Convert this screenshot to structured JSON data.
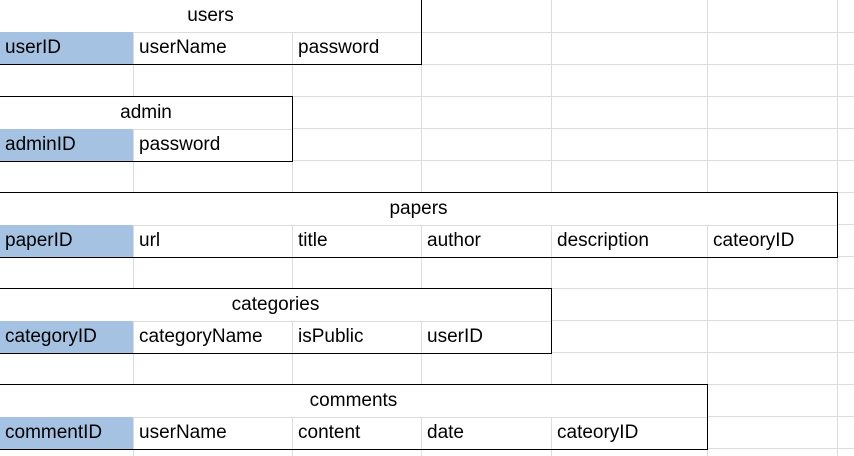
{
  "colors": {
    "primary_key_fill": "#a6c2e3",
    "grid": "#dcdcdc",
    "border": "#000000"
  },
  "tables": [
    {
      "name": "users",
      "columns": [
        "userID",
        "userName",
        "password"
      ]
    },
    {
      "name": "admin",
      "columns": [
        "adminID",
        "password"
      ]
    },
    {
      "name": "papers",
      "columns": [
        "paperID",
        "url",
        "title",
        "author",
        "description",
        "cateoryID"
      ]
    },
    {
      "name": "categories",
      "columns": [
        "categoryID",
        "categoryName",
        "isPublic",
        "userID"
      ]
    },
    {
      "name": "comments",
      "columns": [
        "commentID",
        "userName",
        "content",
        "date",
        "cateoryID"
      ]
    }
  ]
}
